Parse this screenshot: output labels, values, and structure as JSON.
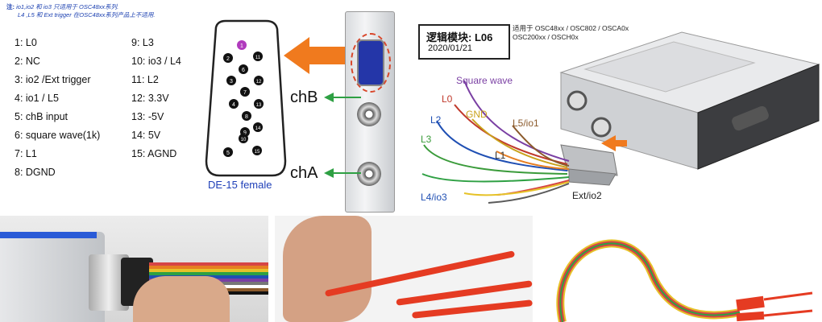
{
  "note": {
    "label": "注:",
    "line1": "io1,io2 和 io3 只适用于 OSC48xx系列.",
    "line2": "L4 ,L5 和 Ext trigger 在OSC48xx系列产品上不适用."
  },
  "pinout": {
    "left": [
      "1: L0",
      "2: NC",
      "3: io2  /Ext trigger",
      "4: io1 / L5",
      "5: chB input",
      "6: square wave(1k)",
      "7: L1",
      "8: DGND"
    ],
    "right": [
      "9: L3",
      "10: io3 / L4",
      "11: L2",
      "12: 3.3V",
      "13: -5V",
      "14: 5V",
      "15: AGND"
    ]
  },
  "connector": {
    "pins": [
      "1",
      "2",
      "3",
      "4",
      "5",
      "6",
      "7",
      "8",
      "9",
      "10",
      "11",
      "12",
      "13",
      "14",
      "15"
    ],
    "caption": "DE-15 female",
    "colors": {
      "pin1": "#b03bbd",
      "arrow": "#f07a1e"
    }
  },
  "channels": {
    "chB": "chB",
    "chA": "chA"
  },
  "module": {
    "stamp_title": "逻辑模块: L06",
    "stamp_date": "2020/01/21",
    "compat_line1": "适用于 OSC48xx / OSC802 / OSCA0x",
    "compat_line2": "OSC200xx / OSCH0x"
  },
  "wire_labels": {
    "square_wave": "Square wave",
    "l0": "L0",
    "gnd": "GND",
    "l2": "L2",
    "l3": "L3",
    "l5_io1": "L5/io1",
    "l1": "L1",
    "l4_io3": "L4/io3",
    "ext_io2": "Ext/io2"
  },
  "wire_colors": [
    "#7a3fa3",
    "#c0392b",
    "#c9a21b",
    "#1f4fb3",
    "#3a9b3a",
    "#8b5a2b",
    "#e67e22",
    "#2ea043",
    "#d64545",
    "#e6c229",
    "#5a5a5a"
  ]
}
